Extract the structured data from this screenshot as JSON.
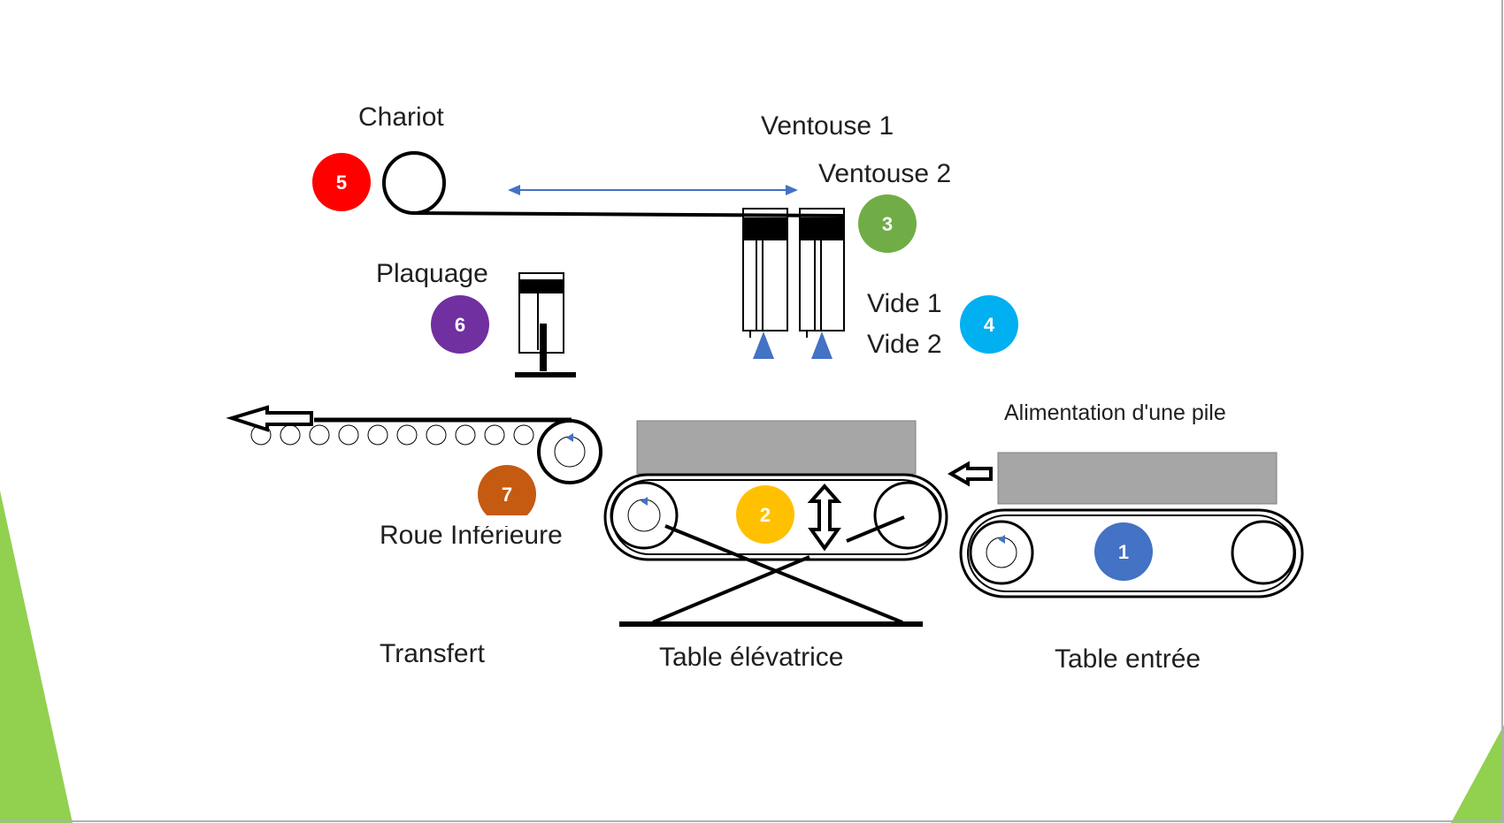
{
  "labels": {
    "chariot": "Chariot",
    "ventouse1": "Ventouse 1",
    "ventouse2": "Ventouse 2",
    "plaquage": "Plaquage",
    "vide1": "Vide 1",
    "vide2": "Vide 2",
    "alimentation": "Alimentation d'une pile",
    "roue_inferieure": "Roue Inférieure",
    "transfert": "Transfert",
    "table_elevatrice": "Table élévatrice",
    "table_entree": "Table entrée"
  },
  "markers": [
    {
      "id": "1",
      "color": "#4472c4"
    },
    {
      "id": "2",
      "color": "#ffc000"
    },
    {
      "id": "3",
      "color": "#70ad47"
    },
    {
      "id": "4",
      "color": "#00b0f0"
    },
    {
      "id": "5",
      "color": "#ff0000"
    },
    {
      "id": "6",
      "color": "#7030a0"
    },
    {
      "id": "7",
      "color": "#c55a11"
    }
  ],
  "colors": {
    "line": "#000000",
    "arrow_blue": "#4472c4",
    "pile_gray": "#a6a6a6",
    "slide_green": "#92d050"
  }
}
